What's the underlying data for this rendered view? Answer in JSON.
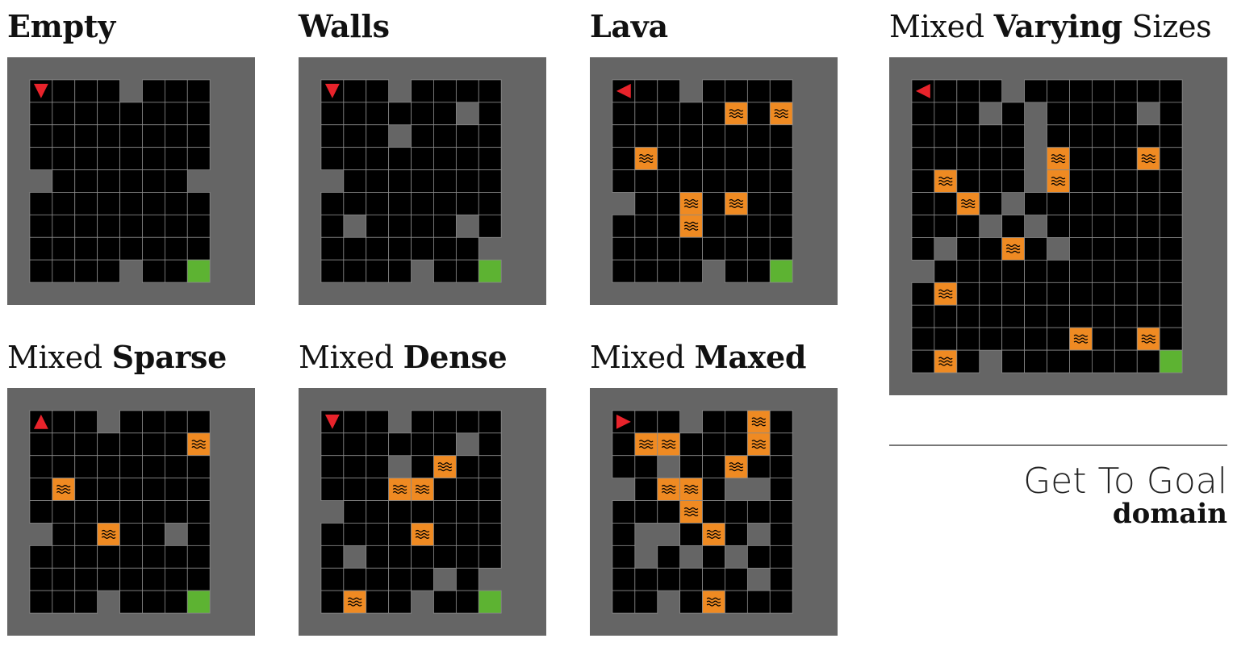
{
  "caption": {
    "line1": "Get To Goal",
    "line2": "domain"
  },
  "colors": {
    "wall": "#656565",
    "floor": "#000000",
    "gridline": "#8a8a8a",
    "lava": "#ef8a22",
    "goal": "#5db332",
    "agent": "#e8232b"
  },
  "panels": [
    {
      "id": "empty",
      "title_plain": "",
      "title_bold": "Empty",
      "rows": [
        "WWWWWWWWWW",
        "WA...W...W",
        "W........W",
        "W........W",
        "W........W",
        "WW......WW",
        "W........W",
        "W........W",
        "W........W",
        "W....W..GW",
        "WWWWWWWWWW"
      ],
      "agent_dir": "down"
    },
    {
      "id": "walls",
      "title_plain": "",
      "title_bold": "Walls",
      "rows": [
        "WWWWWWWWWW",
        "WA..W....W",
        "W......W.W",
        "W...W....W",
        "W........W",
        "WW.......W",
        "W........W",
        "W.W....W.W",
        "W.......WW",
        "W....W..GW",
        "WWWWWWWWWW"
      ],
      "agent_dir": "down"
    },
    {
      "id": "lava",
      "title_plain": "",
      "title_bold": "Lava",
      "rows": [
        "WWWWWWWWWW",
        "WA..W....W",
        "W.....L.LW",
        "W........W",
        "W.L......W",
        "W........W",
        "WW..L.L..W",
        "W...L....W",
        "W........W",
        "W....W..GW",
        "WWWWWWWWWW"
      ],
      "agent_dir": "left"
    },
    {
      "id": "sparse",
      "title_plain": "Mixed ",
      "title_bold": "Sparse",
      "rows": [
        "WWWWWWWWWW",
        "WA..W....W",
        "W.......LW",
        "W........W",
        "W.L......W",
        "W........W",
        "WW..L..W.W",
        "W........W",
        "W........W",
        "W...W...GW",
        "WWWWWWWWWW"
      ],
      "agent_dir": "up"
    },
    {
      "id": "dense",
      "title_plain": "Mixed ",
      "title_bold": "Dense",
      "rows": [
        "WWWWWWWWWW",
        "WA..W....W",
        "W......W.W",
        "W...W.L..W",
        "W...LL...W",
        "WW.......W",
        "W....L...W",
        "W.W......W",
        "W.....W.WW",
        "W.L..W..GW",
        "WWWWWWWWWW"
      ],
      "agent_dir": "down"
    },
    {
      "id": "maxed",
      "title_plain": "Mixed ",
      "title_bold": "Maxed",
      "rows": [
        "WWWWWWWWWW",
        "WA..W..L.W",
        "W.LL...L.W",
        "W..W..L..W",
        "WW.LL.WW.W",
        "W...L....W",
        "W.WW.L.W.W",
        "W.W.W.W..W",
        "W......W.W",
        "W..W.L...W",
        "WWWWWWWWWW"
      ],
      "agent_dir": "right"
    },
    {
      "id": "varying",
      "title_plain": "Mixed ",
      "title_bold": "Varying",
      "title_after": " Sizes",
      "rows": [
        "WWWWWWWWWWWWWW",
        "WA...W.......W",
        "W...W.W....W.W",
        "W.....W......W",
        "W.....WL...L.W",
        "W.L...WL.....W",
        "W..L.W.......W",
        "W...W.W......W",
        "W.W..L.W.....W",
        "WW...........W",
        "W.L..........W",
        "W............W",
        "W.......L..L.W",
        "W.L.W.......GW",
        "WWWWWWWWWWWWWW"
      ],
      "agent_dir": "left"
    }
  ]
}
